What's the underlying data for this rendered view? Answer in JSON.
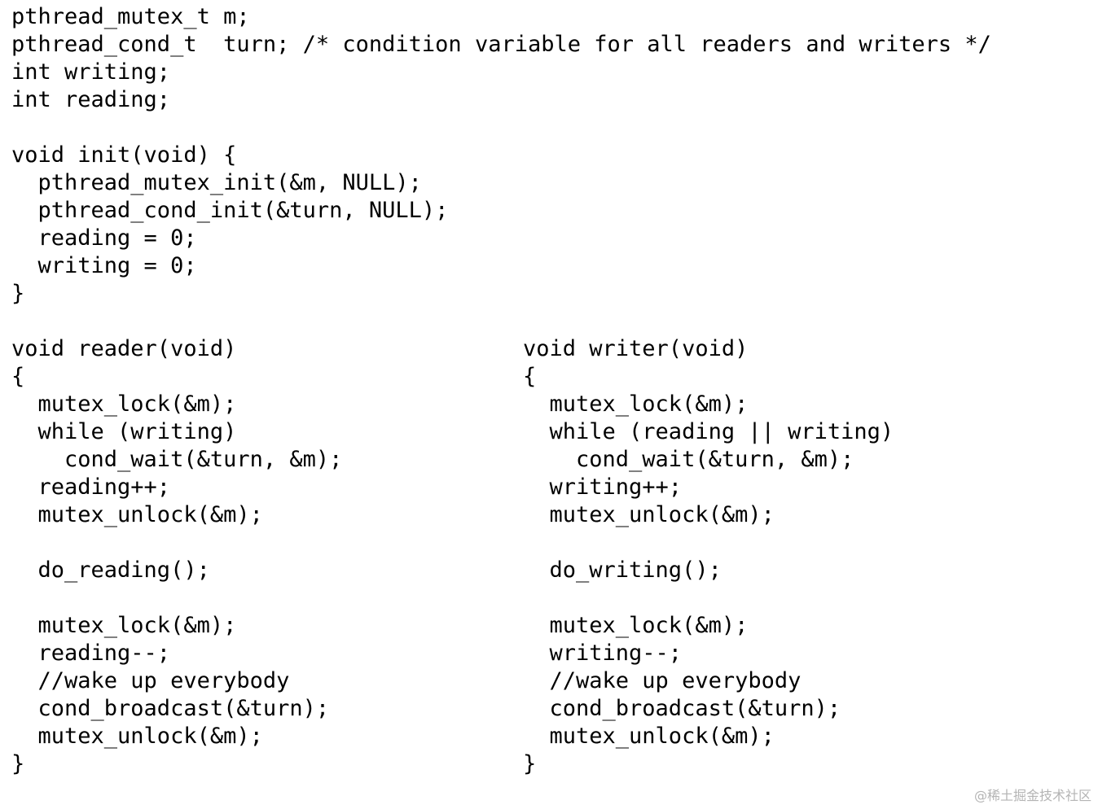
{
  "code": {
    "top": [
      "pthread_mutex_t m;",
      "pthread_cond_t  turn; /* condition variable for all readers and writers */",
      "int writing;",
      "int reading;",
      "",
      "void init(void) {",
      "  pthread_mutex_init(&m, NULL);",
      "  pthread_cond_init(&turn, NULL);",
      "  reading = 0;",
      "  writing = 0;",
      "}"
    ],
    "reader": [
      "void reader(void)",
      "{",
      "  mutex_lock(&m);",
      "  while (writing)",
      "    cond_wait(&turn, &m);",
      "  reading++;",
      "  mutex_unlock(&m);",
      "",
      "  do_reading();",
      "",
      "  mutex_lock(&m);",
      "  reading--;",
      "  //wake up everybody",
      "  cond_broadcast(&turn);",
      "  mutex_unlock(&m);",
      "}"
    ],
    "writer": [
      "void writer(void)",
      "{",
      "  mutex_lock(&m);",
      "  while (reading || writing)",
      "    cond_wait(&turn, &m);",
      "  writing++;",
      "  mutex_unlock(&m);",
      "",
      "  do_writing();",
      "",
      "  mutex_lock(&m);",
      "  writing--;",
      "  //wake up everybody",
      "  cond_broadcast(&turn);",
      "  mutex_unlock(&m);",
      "}"
    ]
  },
  "watermark": "@稀土掘金技术社区"
}
